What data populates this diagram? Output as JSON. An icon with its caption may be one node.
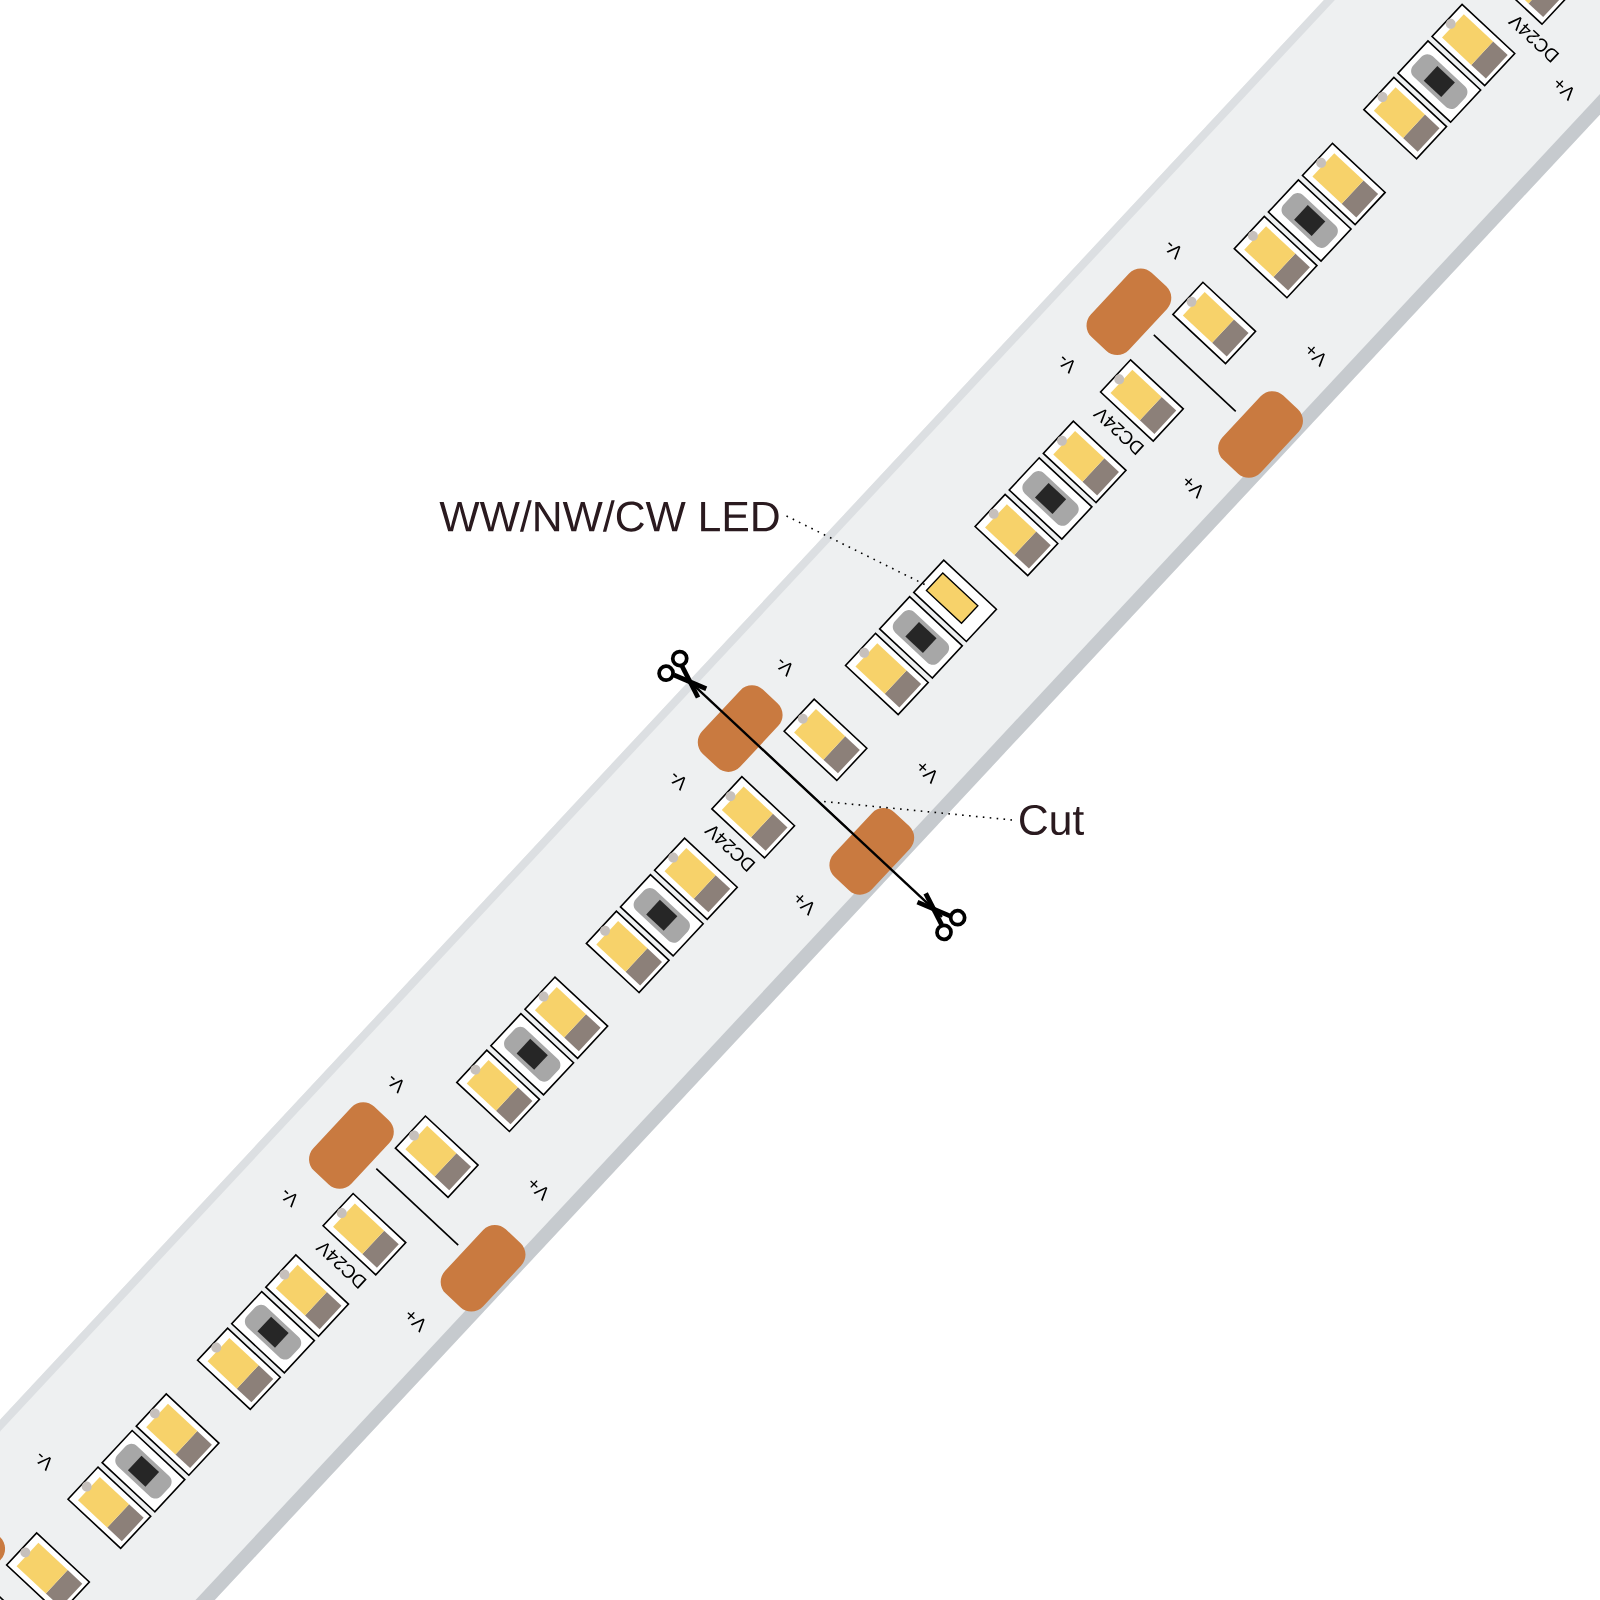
{
  "diagram": {
    "nodes": [
      {
        "text": [
          "WW/NW/CW LED"
        ]
      },
      {
        "text": [],
        "shape": "box"
      },
      {
        "text": [
          "Cut"
        ]
      },
      {
        "text": [],
        "shape": "line"
      }
    ],
    "edges": [
      {
        "from": 0,
        "to": 1,
        "arrow": "none"
      },
      {
        "from": 2,
        "to": 3,
        "arrow": "none"
      }
    ],
    "labels": [
      "DC24V",
      "V+",
      "V-",
      "V+",
      "V-",
      "DC24V",
      "V+",
      "V-",
      "V+",
      "V-",
      "DC24V",
      "V+",
      "V-",
      "V+",
      "V-",
      "DC24V",
      "V+",
      "V-"
    ]
  }
}
